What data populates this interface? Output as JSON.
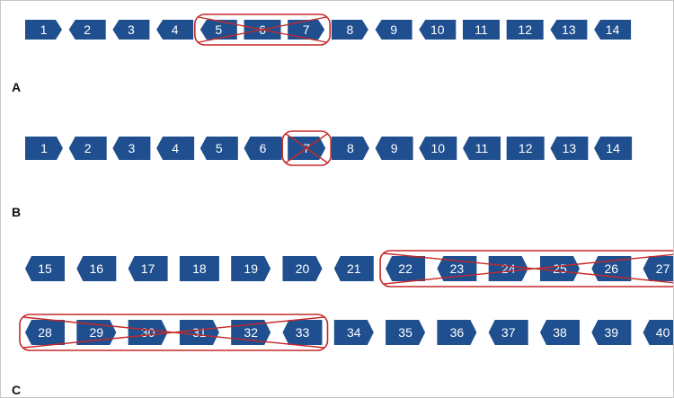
{
  "colors": {
    "segment_fill": "#1f4f8f",
    "label": "#ffffff",
    "highlight": "#c62828",
    "background": "#ffffff"
  },
  "panels": [
    {
      "letter": "A"
    },
    {
      "letter": "B"
    },
    {
      "letter": "C"
    }
  ],
  "rows": [
    {
      "segments": [
        {
          "label": "1",
          "shape": "right"
        },
        {
          "label": "2",
          "shape": "left"
        },
        {
          "label": "3",
          "shape": "left"
        },
        {
          "label": "4",
          "shape": "left"
        },
        {
          "label": "5",
          "shape": "left"
        },
        {
          "label": "6",
          "shape": "rect"
        },
        {
          "label": "7",
          "shape": "right"
        },
        {
          "label": "8",
          "shape": "right"
        },
        {
          "label": "9",
          "shape": "left"
        },
        {
          "label": "10",
          "shape": "left"
        },
        {
          "label": "11",
          "shape": "rect"
        },
        {
          "label": "12",
          "shape": "rect"
        },
        {
          "label": "13",
          "shape": "left"
        },
        {
          "label": "14",
          "shape": "left"
        }
      ],
      "deleted": [
        "5",
        "6",
        "7"
      ]
    },
    {
      "segments": [
        {
          "label": "1",
          "shape": "right"
        },
        {
          "label": "2",
          "shape": "left"
        },
        {
          "label": "3",
          "shape": "left"
        },
        {
          "label": "4",
          "shape": "left"
        },
        {
          "label": "5",
          "shape": "left"
        },
        {
          "label": "6",
          "shape": "left"
        },
        {
          "label": "7",
          "shape": "right"
        },
        {
          "label": "8",
          "shape": "right"
        },
        {
          "label": "9",
          "shape": "left"
        },
        {
          "label": "10",
          "shape": "left"
        },
        {
          "label": "11",
          "shape": "left"
        },
        {
          "label": "12",
          "shape": "rect"
        },
        {
          "label": "13",
          "shape": "left"
        },
        {
          "label": "14",
          "shape": "left"
        }
      ],
      "deleted": [
        "7"
      ]
    },
    {
      "segments": [
        {
          "label": "15",
          "shape": "left"
        },
        {
          "label": "16",
          "shape": "left"
        },
        {
          "label": "17",
          "shape": "left"
        },
        {
          "label": "18",
          "shape": "rect"
        },
        {
          "label": "19",
          "shape": "right"
        },
        {
          "label": "20",
          "shape": "right"
        },
        {
          "label": "21",
          "shape": "left"
        },
        {
          "label": "22",
          "shape": "left"
        },
        {
          "label": "23",
          "shape": "left"
        },
        {
          "label": "24",
          "shape": "right"
        },
        {
          "label": "25",
          "shape": "right"
        },
        {
          "label": "26",
          "shape": "left"
        },
        {
          "label": "27",
          "shape": "left"
        }
      ],
      "deleted": [
        "22",
        "23",
        "24",
        "25",
        "26",
        "27"
      ]
    },
    {
      "segments": [
        {
          "label": "28",
          "shape": "left"
        },
        {
          "label": "29",
          "shape": "right"
        },
        {
          "label": "30",
          "shape": "right"
        },
        {
          "label": "31",
          "shape": "right"
        },
        {
          "label": "32",
          "shape": "right"
        },
        {
          "label": "33",
          "shape": "left"
        },
        {
          "label": "34",
          "shape": "right"
        },
        {
          "label": "35",
          "shape": "right"
        },
        {
          "label": "36",
          "shape": "right"
        },
        {
          "label": "37",
          "shape": "left"
        },
        {
          "label": "38",
          "shape": "left"
        },
        {
          "label": "39",
          "shape": "left"
        },
        {
          "label": "40",
          "shape": "left"
        }
      ],
      "deleted": [
        "28",
        "29",
        "30",
        "31",
        "32",
        "33"
      ]
    }
  ]
}
